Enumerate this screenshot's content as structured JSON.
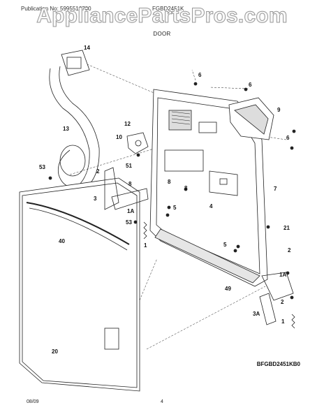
{
  "header": {
    "watermark": "AppliancePartsPros.com",
    "publication": "Publication No: 5995516780",
    "model_group": "FGBD2451K",
    "section_title": "DOOR"
  },
  "diagram": {
    "model_code": "BFGBD2451KB0",
    "callouts": [
      "14",
      "6",
      "6",
      "9",
      "6",
      "13",
      "12",
      "10",
      "2",
      "51",
      "8",
      "8",
      "8",
      "53",
      "3",
      "4",
      "7",
      "1A",
      "5",
      "53",
      "40",
      "1",
      "21",
      "5",
      "2",
      "1A",
      "49",
      "2",
      "3A",
      "1",
      "20"
    ]
  },
  "footer": {
    "date": "08/09",
    "page": "4"
  },
  "colors": {
    "line": "#222222",
    "watermark_fill": "#ffffff",
    "watermark_stroke": "#9a9a9a"
  }
}
